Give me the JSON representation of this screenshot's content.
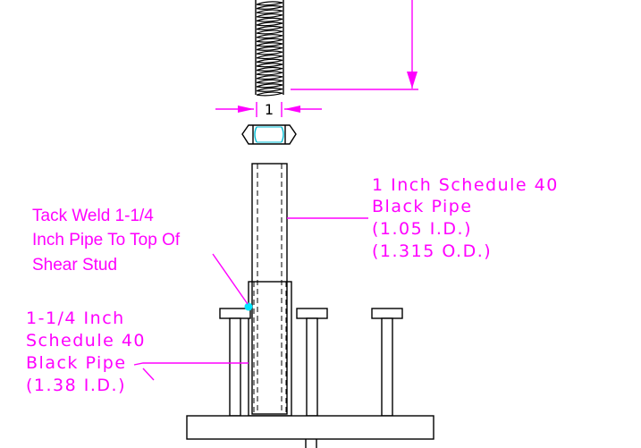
{
  "colors": {
    "annotation": "#ff00ff",
    "outline": "#000000",
    "weld_point": "#00e5ff",
    "nut_accent": "#00bcd4",
    "background": "#ffffff"
  },
  "dimension": {
    "value": "1"
  },
  "labels": {
    "pipe_1in": [
      "1 Inch Schedule 40",
      "Black Pipe",
      "(1.05 I.D.)",
      "(1.315 O.D.)"
    ],
    "tack_weld": [
      "Tack Weld 1-1/4",
      "Inch Pipe To Top Of",
      "Shear Stud"
    ],
    "pipe_1_25in": [
      "1-1/4 Inch",
      "Schedule 40",
      "Black Pipe",
      "(1.38 I.D.)"
    ]
  }
}
